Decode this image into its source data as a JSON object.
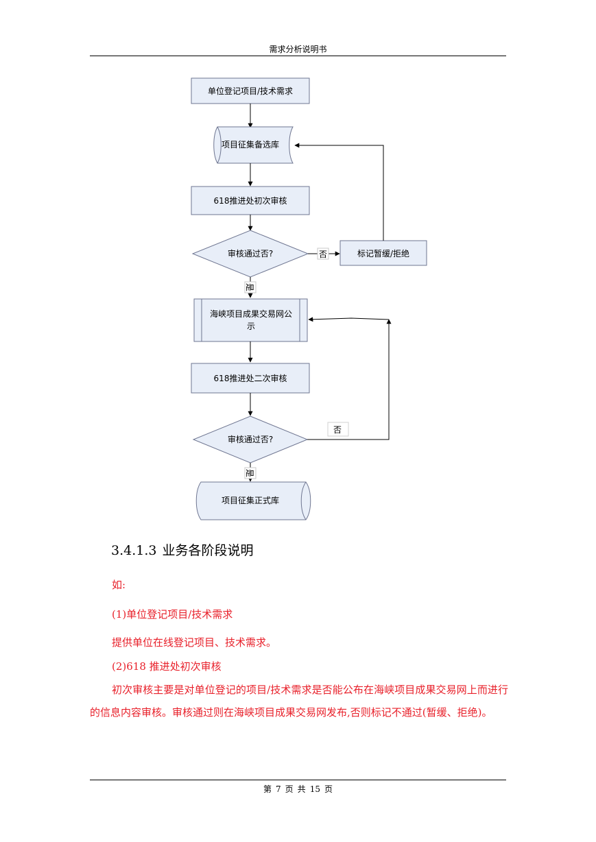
{
  "header": {
    "title": "需求分析说明书"
  },
  "flowchart": {
    "step1": "单位登记项目/技术需求",
    "store1": "项目征集备选库",
    "step2": "618推进处初次审核",
    "decision1": "审核通过否?",
    "no1": "否",
    "reject": "标记暂缓/拒绝",
    "yes1": "是",
    "publish_line1": "海峡项目成果交易网公",
    "publish_line2": "示",
    "step3": "618推进处二次审核",
    "decision2": "审核通过否?",
    "no2": "否",
    "yes2": "是",
    "store2": "项目征集正式库"
  },
  "section": {
    "number": "3.4.1.3",
    "title": "业务各阶段说明"
  },
  "body": {
    "intro": "如:",
    "item1_title": "(1)单位登记项目/技术需求",
    "item1_text": "提供单位在线登记项目、技术需求。",
    "item2_title": "(2)618 推进处初次审核",
    "paragraph": "初次审核主要是对单位登记的项目/技术需求是否能公布在海峡项目成果交易网上而进行的信息内容审核。审核通过则在海峡项目成果交易网发布,否则标记不通过(暂缓、拒绝)。"
  },
  "footer": {
    "prefix": "第",
    "page": "7",
    "mid1": "页",
    "mid2": "共",
    "total": "15",
    "suffix": "页"
  },
  "colors": {
    "box_fill": "#e8eef8",
    "box_stroke": "#6e7590",
    "text_red": "#e8202a"
  }
}
